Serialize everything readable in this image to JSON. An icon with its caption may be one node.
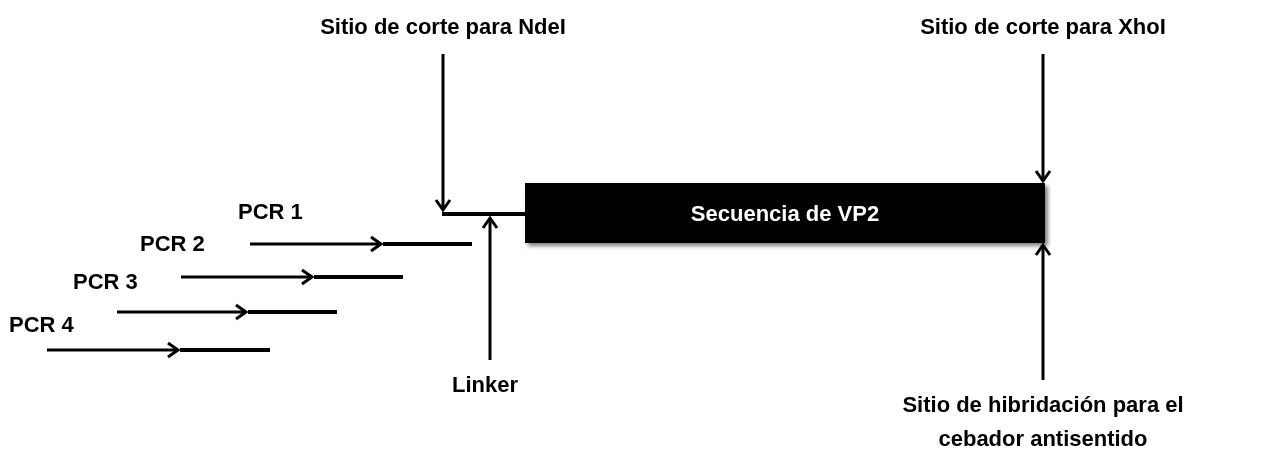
{
  "diagram": {
    "nodes": [
      {
        "text": [
          "Sitio de corte para NdeI"
        ]
      },
      {
        "text": [
          "Sitio de corte para XhoI"
        ]
      },
      {
        "text": [],
        "shape": "bar"
      },
      {
        "text": [
          "Secuencia de VP2"
        ]
      },
      {
        "text": [],
        "shape": "bar"
      },
      {
        "text": [],
        "shape": "bar"
      },
      {
        "text": [],
        "shape": "bar"
      },
      {
        "text": [],
        "shape": "bar"
      },
      {
        "text": [
          "Linker"
        ]
      },
      {
        "text": [
          "Sitio de hibridación para el cebador antisentido"
        ]
      }
    ],
    "edges": [
      {
        "from": 0,
        "to": 2,
        "arrow": "to"
      },
      {
        "from": 1,
        "to": 3,
        "arrow": "to"
      },
      {
        "from": 8,
        "to": 2,
        "arrow": "to"
      },
      {
        "from": 9,
        "to": 3,
        "arrow": "to"
      },
      {
        "from": null,
        "to": 4,
        "arrow": "to"
      },
      {
        "from": null,
        "to": 5,
        "arrow": "to"
      },
      {
        "from": null,
        "to": 6,
        "arrow": "to"
      },
      {
        "from": null,
        "to": 7,
        "arrow": "to"
      }
    ],
    "labels": [
      "PCR 1",
      "PCR 2",
      "PCR 3",
      "PCR 4"
    ]
  }
}
